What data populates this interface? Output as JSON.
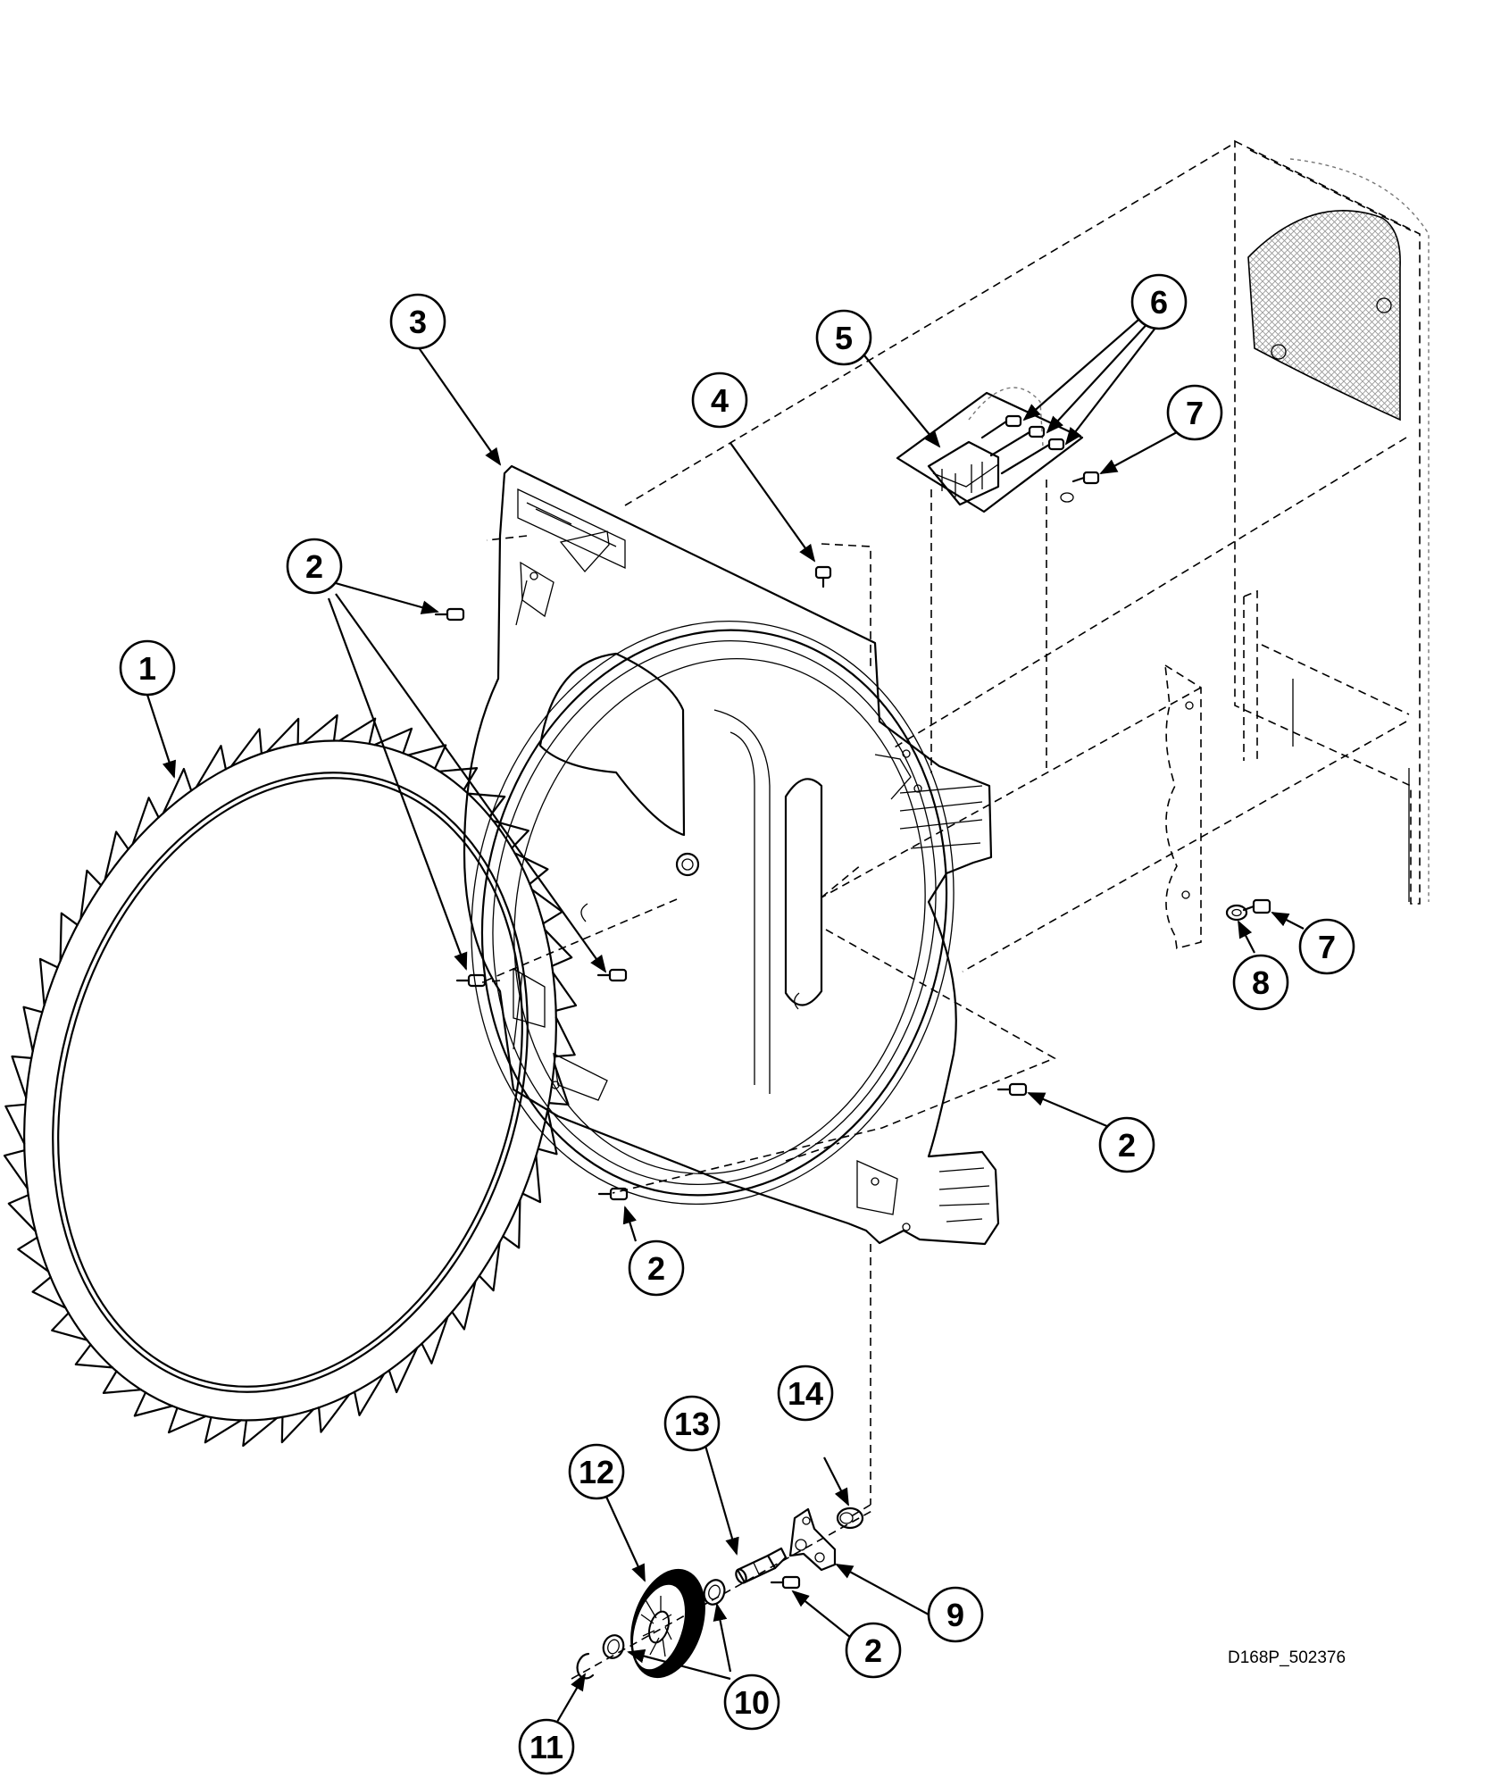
{
  "diagram": {
    "drawing_id": "D168P_502376",
    "colors": {
      "line": "#000000",
      "background": "#ffffff",
      "mesh": "#bdbdbd"
    },
    "callouts": [
      {
        "id": "c1",
        "number": "1"
      },
      {
        "id": "c2a",
        "number": "2"
      },
      {
        "id": "c2b",
        "number": "2"
      },
      {
        "id": "c2c",
        "number": "2"
      },
      {
        "id": "c2d",
        "number": "2"
      },
      {
        "id": "c3",
        "number": "3"
      },
      {
        "id": "c4",
        "number": "4"
      },
      {
        "id": "c5",
        "number": "5"
      },
      {
        "id": "c6",
        "number": "6"
      },
      {
        "id": "c7a",
        "number": "7"
      },
      {
        "id": "c7b",
        "number": "7"
      },
      {
        "id": "c8",
        "number": "8"
      },
      {
        "id": "c9",
        "number": "9"
      },
      {
        "id": "c10",
        "number": "10"
      },
      {
        "id": "c11",
        "number": "11"
      },
      {
        "id": "c12",
        "number": "12"
      },
      {
        "id": "c13",
        "number": "13"
      },
      {
        "id": "c14",
        "number": "14"
      }
    ]
  }
}
